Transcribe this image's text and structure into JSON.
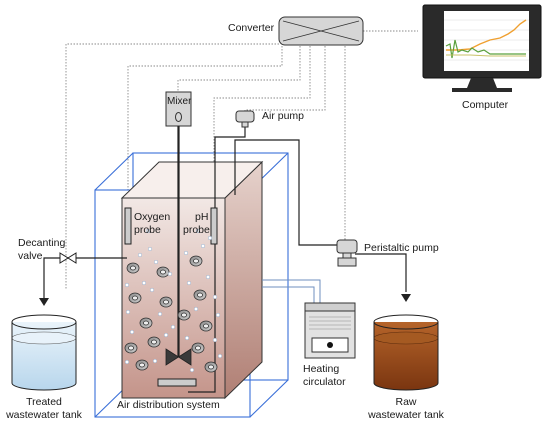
{
  "labels": {
    "converter": "Converter",
    "computer": "Computer",
    "mixer": "Mixer",
    "air_pump": "Air pump",
    "oxygen_probe_line1": "Oxygen",
    "oxygen_probe_line2": "probe",
    "ph_probe_line1": "pH",
    "ph_probe_line2": "probe",
    "peristaltic_pump": "Peristaltic pump",
    "decanting_valve_line1": "Decanting",
    "decanting_valve_line2": "valve",
    "heating_circulator_line1": "Heating",
    "heating_circulator_line2": "circulator",
    "treated_tank_line1": "Treated",
    "treated_tank_line2": "wastewater tank",
    "raw_tank_line1": "Raw",
    "raw_tank_line2": "wastewater tank",
    "air_distribution": "Air distribution system"
  },
  "colors": {
    "reactor_outline": "#3a6fd8",
    "liquid_top": "#efe3df",
    "liquid_bottom": "#c99a8e",
    "raw_wastewater": "#9c4a17",
    "treated_water": "#cfe3f2",
    "monitor_trace_orange": "#f0a030",
    "monitor_trace_green": "#5aa03c"
  }
}
